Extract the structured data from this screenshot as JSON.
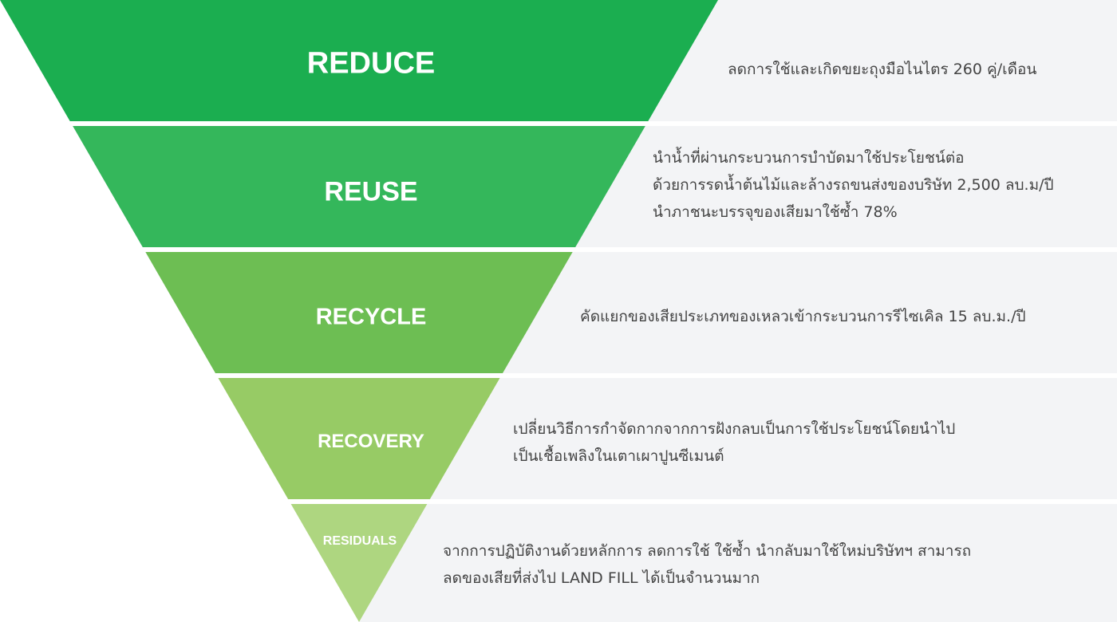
{
  "colors": {
    "band_bg": "#f3f4f6",
    "reduce": "#1bae50",
    "reuse": "#34b75b",
    "recycle": "#6dbe53",
    "recovery": "#97cb65",
    "residuals": "#aed680"
  },
  "levels": [
    {
      "label": "REDUCE",
      "lines": [
        "ลดการใช้และเกิดขยะถุงมือไนไตร 260 คู่/เดือน"
      ]
    },
    {
      "label": "REUSE",
      "lines": [
        "นำน้ำที่ผ่านกระบวนการบำบัดมาใช้ประโยชน์ต่อ",
        "ด้วยการรดน้ำต้นไม้และล้างรถขนส่งของบริษัท 2,500 ลบ.ม/ปี",
        "นำภาชนะบรรจุของเสียมาใช้ซ้ำ 78%"
      ]
    },
    {
      "label": "RECYCLE",
      "lines": [
        "คัดแยกของเสียประเภทของเหลวเข้ากระบวนการรีไซเคิล 15 ลบ.ม./ปี"
      ]
    },
    {
      "label": "RECOVERY",
      "lines": [
        "เปลี่ยนวิธีการกำจัดกากจากการฝังกลบเป็นการใช้ประโยชน์โดยนำไป",
        "เป็นเชื้อเพลิงในเตาเผาปูนซีเมนต์"
      ]
    },
    {
      "label": "RESIDUALS",
      "lines": [
        "จากการปฏิบัติงานด้วยหลักการ ลดการใช้ ใช้ซ้ำ นำกลับมาใช้ใหม่บริษัทฯ สามารถ",
        "ลดของเสียที่ส่งไป LAND FILL ได้เป็นจำนวนมาก"
      ]
    }
  ]
}
